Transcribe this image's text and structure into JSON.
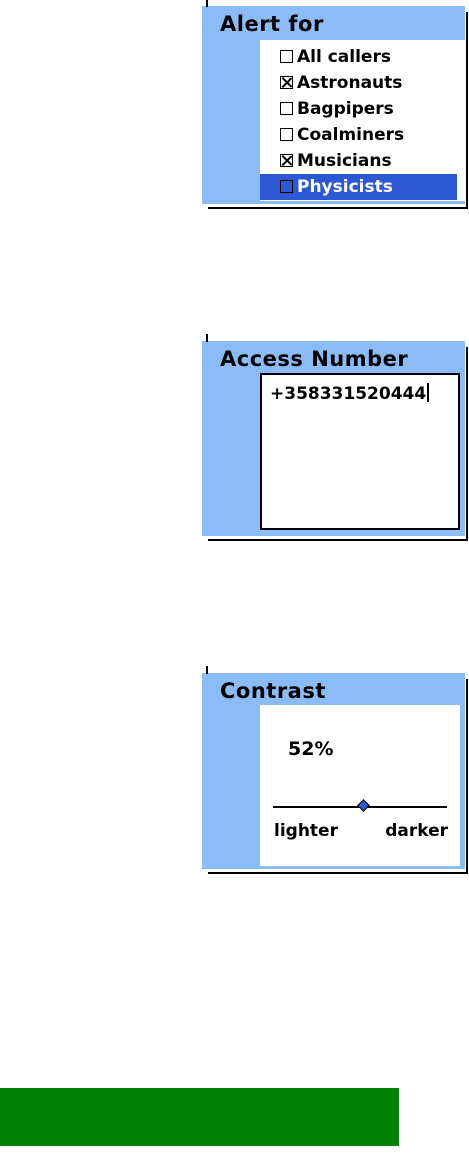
{
  "alert_dialog": {
    "title": "Alert for",
    "items": [
      {
        "label": "All callers",
        "checked": false,
        "selected": false
      },
      {
        "label": "Astronauts",
        "checked": true,
        "selected": false
      },
      {
        "label": "Bagpipers",
        "checked": false,
        "selected": false
      },
      {
        "label": "Coalminers",
        "checked": false,
        "selected": false
      },
      {
        "label": "Musicians",
        "checked": true,
        "selected": false
      },
      {
        "label": "Physicists",
        "checked": false,
        "selected": true
      }
    ]
  },
  "access_dialog": {
    "title": "Access Number",
    "value": "+358331520444"
  },
  "contrast_dialog": {
    "title": "Contrast",
    "percent_text": "52%",
    "level": 0.52,
    "min_label": "lighter",
    "max_label": "darker"
  },
  "colors": {
    "dialog_bg": "#8cbcf7",
    "selection": "#2c59d3",
    "footer_bar": "#008000"
  }
}
